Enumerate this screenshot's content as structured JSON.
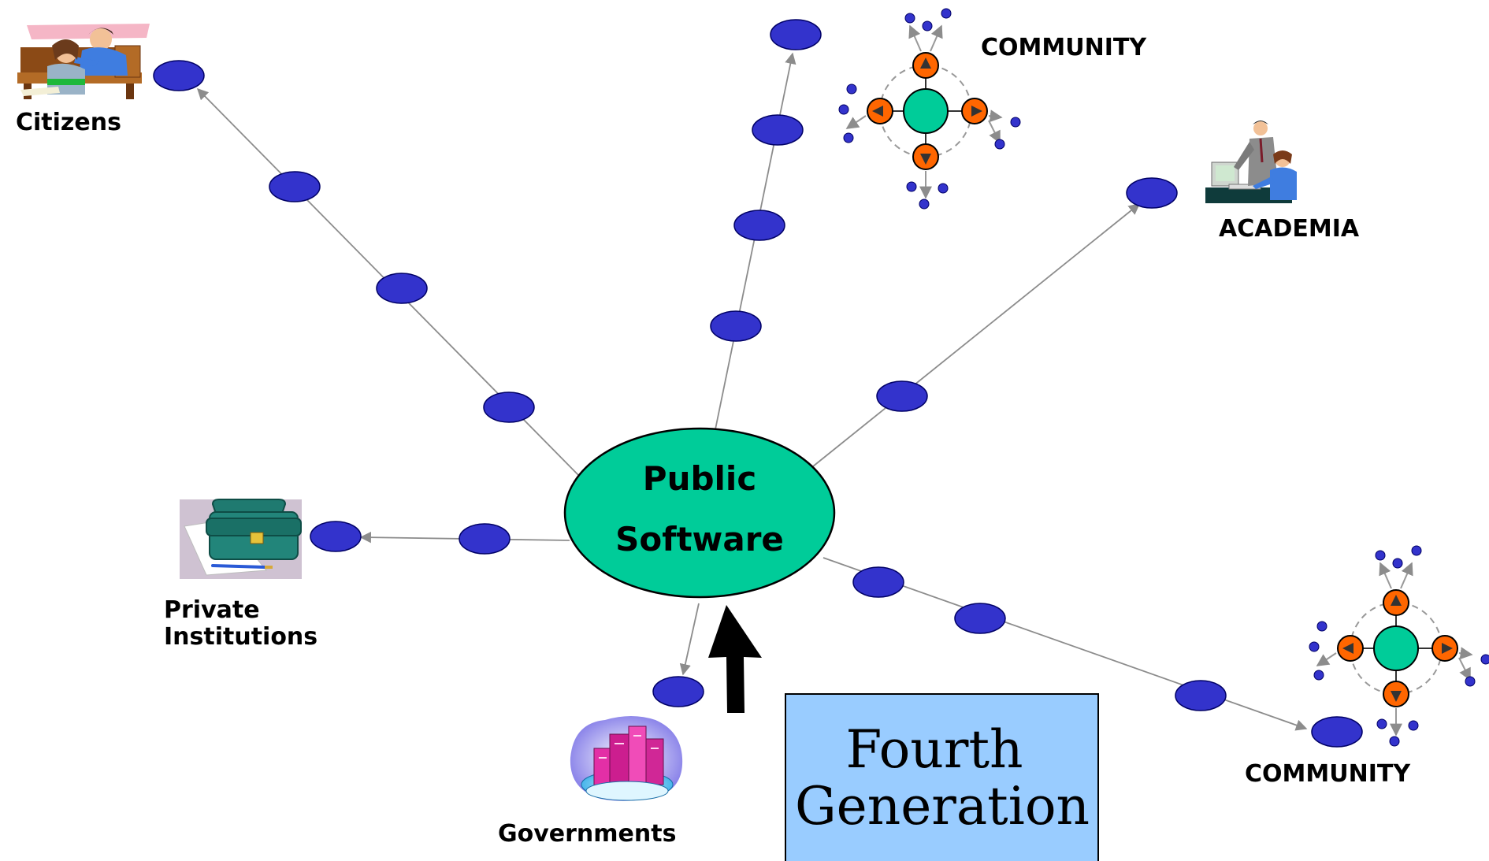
{
  "center": {
    "line1": "Public",
    "line2": "Software"
  },
  "labels": {
    "citizens": "Citizens",
    "community_top": "COMMUNITY",
    "academia": "ACADEMIA",
    "private_line1": "Private",
    "private_line2": "Institutions",
    "governments": "Governments",
    "community_bottom": "COMMUNITY"
  },
  "generation_box": {
    "line1": "Fourth",
    "line2": "Generation"
  },
  "colors": {
    "hub": "#00cc99",
    "node": "#3333cc",
    "community_satellite": "#ff6600",
    "generation_box_fill": "#99ccff",
    "edge": "#8c8c8c"
  },
  "icons": {
    "citizens": "people-at-desk-clipart",
    "community": "community-network-icon",
    "academia": "teacher-and-student-at-computer-clipart",
    "private_institutions": "briefcase-clipart",
    "governments": "city-buildings-clipart",
    "arrow": "up-arrow-icon"
  }
}
